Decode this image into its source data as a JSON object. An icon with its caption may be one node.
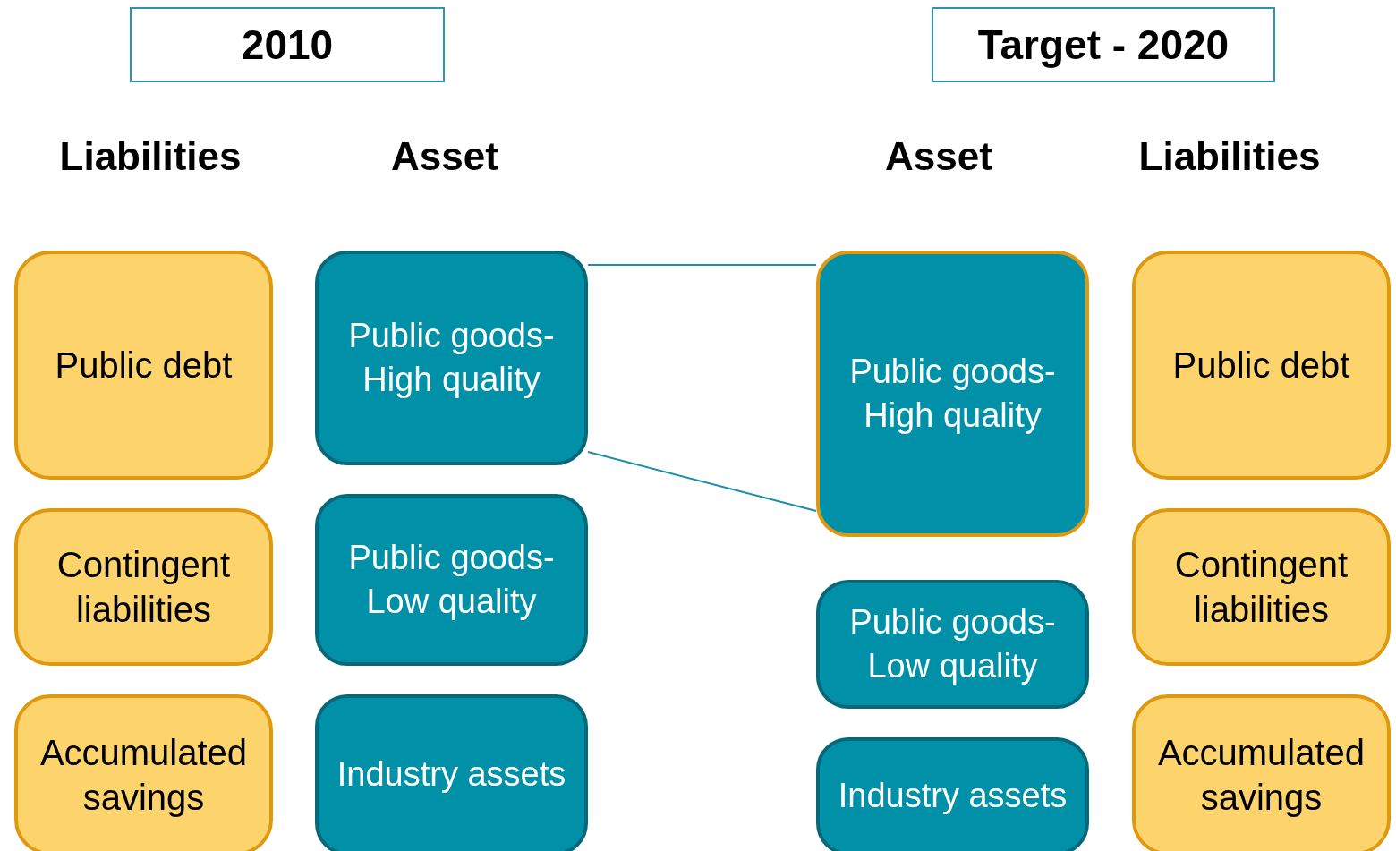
{
  "diagram": {
    "nodes": [
      {
        "text": [
          "2010"
        ]
      },
      {
        "text": [
          "Target - 2020"
        ]
      },
      {
        "text": [
          "Public debt"
        ]
      },
      {
        "text": [
          "Contingent liabilities"
        ]
      },
      {
        "text": [
          "Accumulated savings"
        ]
      },
      {
        "text": [
          "Public goods- High quality"
        ]
      },
      {
        "text": [
          "Public goods-Low quality"
        ]
      },
      {
        "text": [
          "Industry assets"
        ]
      },
      {
        "text": [
          "Public goods- High quality"
        ]
      },
      {
        "text": [
          "Public goods- Low quality"
        ]
      },
      {
        "text": [
          "Industry assets"
        ]
      },
      {
        "text": [
          "Public debt"
        ]
      },
      {
        "text": [
          "Contingent liabilities"
        ]
      },
      {
        "text": [
          "Accumulated savings"
        ]
      }
    ],
    "edges": [
      {
        "from": 5,
        "to": 8,
        "arrow": "none"
      },
      {
        "from": 5,
        "to": 8,
        "arrow": "none"
      }
    ],
    "labels": [
      "Liabilities",
      "Asset",
      "Asset",
      "Liabilities"
    ]
  }
}
